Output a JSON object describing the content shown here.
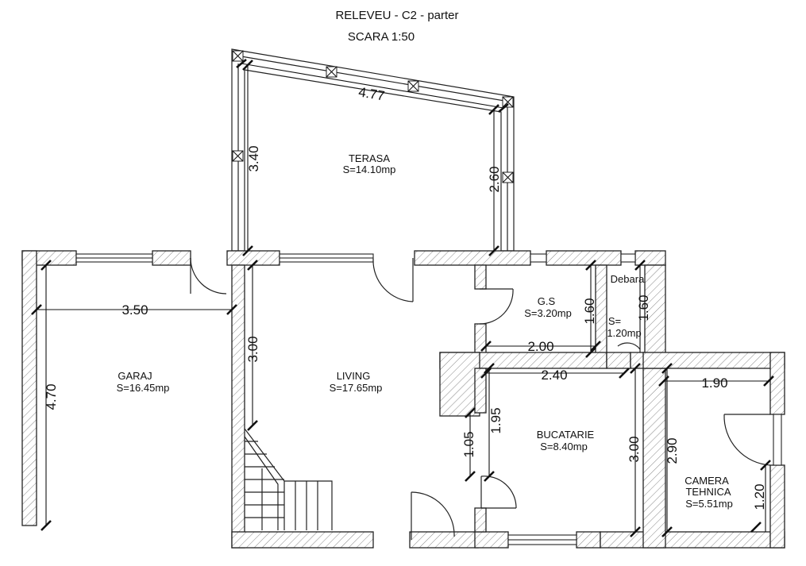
{
  "title": "RELEVEU - C2 - parter",
  "scale": "SCARA 1:50",
  "rooms": {
    "terasa": {
      "name": "TERASA",
      "area": "S=14.10mp"
    },
    "garaj": {
      "name": "GARAJ",
      "area": "S=16.45mp"
    },
    "living": {
      "name": "LIVING",
      "area": "S=17.65mp"
    },
    "gs": {
      "name": "G.S",
      "area": "S=3.20mp"
    },
    "debara": {
      "name": "Debara",
      "area_part1": "S=",
      "area_part2": "1.20mp"
    },
    "bucatarie": {
      "name": "BUCATARIE",
      "area": "S=8.40mp"
    },
    "camera": {
      "name_line1": "CAMERA",
      "name_line2": "TEHNICA",
      "area": "S=5.51mp"
    }
  },
  "dimensions": {
    "terasa_top": "4.77",
    "terasa_left": "3.40",
    "terasa_right": "2.60",
    "garaj_width": "3.50",
    "garaj_height": "4.70",
    "living_height": "3.00",
    "gs_width": "2.00",
    "gs_height": "1.60",
    "debara_height": "1.60",
    "bucatarie_width": "2.40",
    "bucatarie_left_upper": "1.95",
    "bucatarie_left_lower": "1.05",
    "bucatarie_right": "3.00",
    "camera_width": "1.90",
    "camera_height": "2.90",
    "camera_door": "1.20"
  }
}
